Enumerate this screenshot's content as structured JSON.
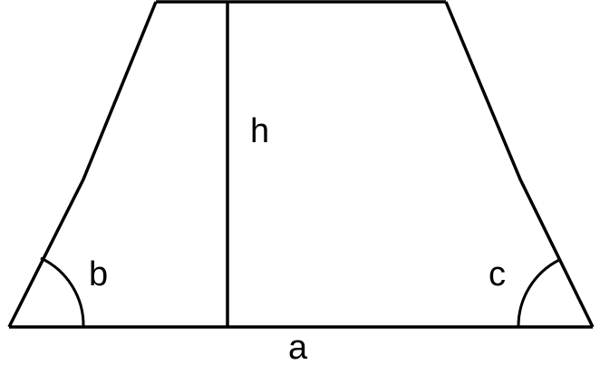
{
  "labels": {
    "height": "h",
    "base": "a",
    "left_angle": "b",
    "right_angle": "c"
  },
  "colors": {
    "stroke": "#000000",
    "background": "#ffffff"
  }
}
